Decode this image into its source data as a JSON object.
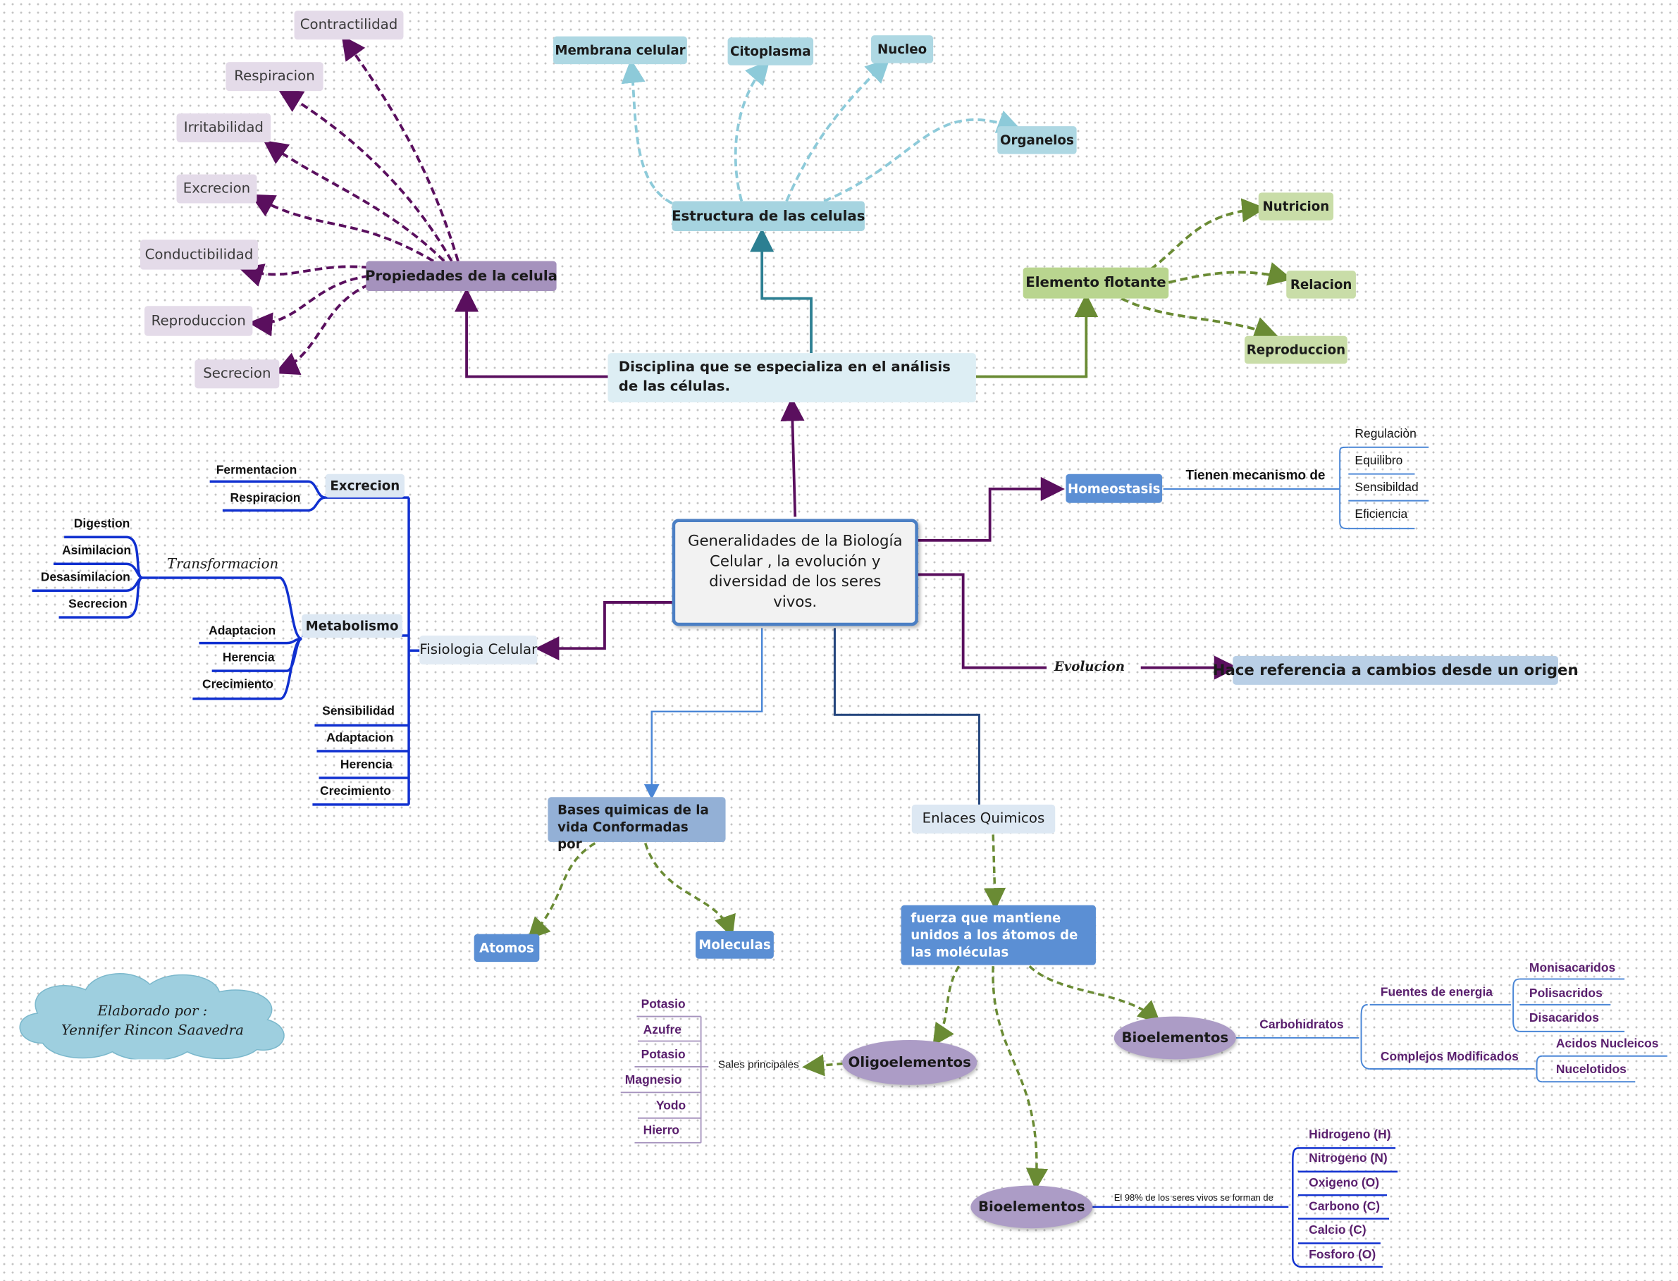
{
  "colors": {
    "purple_link": "#5a0f5e",
    "teal_link": "#2c7f92",
    "green_link": "#6a8b34",
    "blue_link": "#4a86d6",
    "navy_link": "#25467e",
    "bracket_blue": "#1030d0",
    "bracket_navy": "#213a86",
    "central_border": "#4b7fc4"
  },
  "central": {
    "text": "Generalidades de la Biología Celular , la evolución y diversidad de los seres vivos."
  },
  "discipline": {
    "text": "Disciplina que se especializa en el análisis de las células."
  },
  "propiedades": {
    "title": "Propiedades de la celula",
    "items": [
      "Contractilidad",
      "Respiracion",
      "Irritabilidad",
      "Excrecion",
      "Conductibilidad",
      "Reproduccion",
      "Secrecion"
    ]
  },
  "estructura": {
    "title": "Estructura de las celulas",
    "items": [
      "Membrana celular",
      "Citoplasma",
      "Nucleo",
      "Organelos"
    ]
  },
  "elemento": {
    "title": "Elemento flotante",
    "items": [
      "Nutricion",
      "Relacion",
      "Reproduccion"
    ]
  },
  "homeostasis": {
    "title": "Homeostasis",
    "connector": "Tienen mecanismo de",
    "items": [
      "Regulaciòn",
      "Equilibro",
      "Sensibildad",
      "Eficiencia"
    ]
  },
  "evolucion": {
    "label": "Evolucion",
    "description": "Hace referencia a cambios desde un origen"
  },
  "fisiologia": {
    "title": "Fisiologia Celular",
    "excrecion": {
      "label": "Excrecion",
      "items": [
        "Fermentacion",
        "Respiracion"
      ]
    },
    "metabolismo": {
      "label": "Metabolismo",
      "transformacion": "Transformacion",
      "transf_items": [
        "Digestion",
        "Asimilacion",
        "Desasimilacion",
        "Secrecion"
      ],
      "items": [
        "Adaptacion",
        "Herencia",
        "Crecimiento"
      ]
    },
    "others": [
      "Sensibilidad",
      "Adaptacion",
      "Herencia",
      "Crecimiento"
    ]
  },
  "bases": {
    "title": "Bases quimicas de la vida Conformadas por",
    "items": [
      "Atomos",
      "Moleculas"
    ]
  },
  "enlaces": {
    "title": "Enlaces Quimicos",
    "definition": "fuerza que mantiene unidos a los átomos de las moléculas"
  },
  "oligo": {
    "title": "Oligoelementos",
    "connector": "Sales principales",
    "items": [
      "Potasio",
      "Azufre",
      "Potasio",
      "Magnesio",
      "Yodo",
      "Hierro"
    ]
  },
  "bio_right": {
    "title": "Bioelementos",
    "branch": "Carbohidratos",
    "fuentes": {
      "label": "Fuentes de energia",
      "items": [
        "Monisacaridos",
        "Polisacridos",
        "Disacaridos"
      ]
    },
    "complejos": {
      "label": "Complejos  Modificados",
      "items": [
        "Acidos Nucleicos",
        "Nucelotidos"
      ]
    }
  },
  "bio_bottom": {
    "title": "Bioelementos",
    "connector": "El 98% de los seres vivos se forman de",
    "items": [
      "Hidrogeno (H)",
      "Nitrogeno (N)",
      "Oxigeno (O)",
      "Carbono (C)",
      "Calcio (C)",
      "Fosforo (O)"
    ]
  },
  "author": {
    "line1": "Elaborado por :",
    "line2": "Yennifer Rincon Saavedra"
  }
}
